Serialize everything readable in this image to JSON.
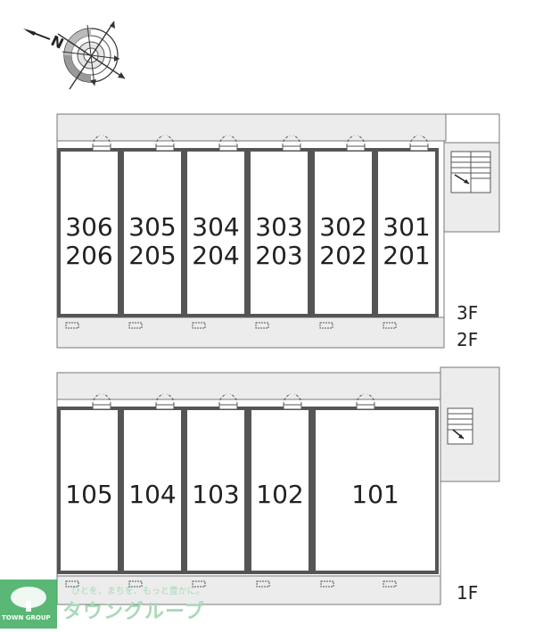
{
  "compass": {
    "north_label": "N"
  },
  "upper_building": {
    "floor_labels": [
      "3F",
      "2F"
    ],
    "units": [
      {
        "top": "306",
        "bottom": "206"
      },
      {
        "top": "305",
        "bottom": "205"
      },
      {
        "top": "304",
        "bottom": "204"
      },
      {
        "top": "303",
        "bottom": "203"
      },
      {
        "top": "302",
        "bottom": "202"
      },
      {
        "top": "301",
        "bottom": "201"
      }
    ]
  },
  "lower_building": {
    "floor_labels": [
      "1F"
    ],
    "units": [
      {
        "label": "105"
      },
      {
        "label": "104"
      },
      {
        "label": "103"
      },
      {
        "label": "102"
      },
      {
        "label": "101"
      }
    ]
  },
  "watermark": {
    "slogan": "ひとを、まちを、もっと豊かに。",
    "brand": "タウングループ",
    "logo_text": "TOWN GROUP"
  },
  "colors": {
    "wall": "#555555",
    "walkway": "#ececec",
    "watermark": "#a8d9b8",
    "logo": "#3daa5e"
  }
}
